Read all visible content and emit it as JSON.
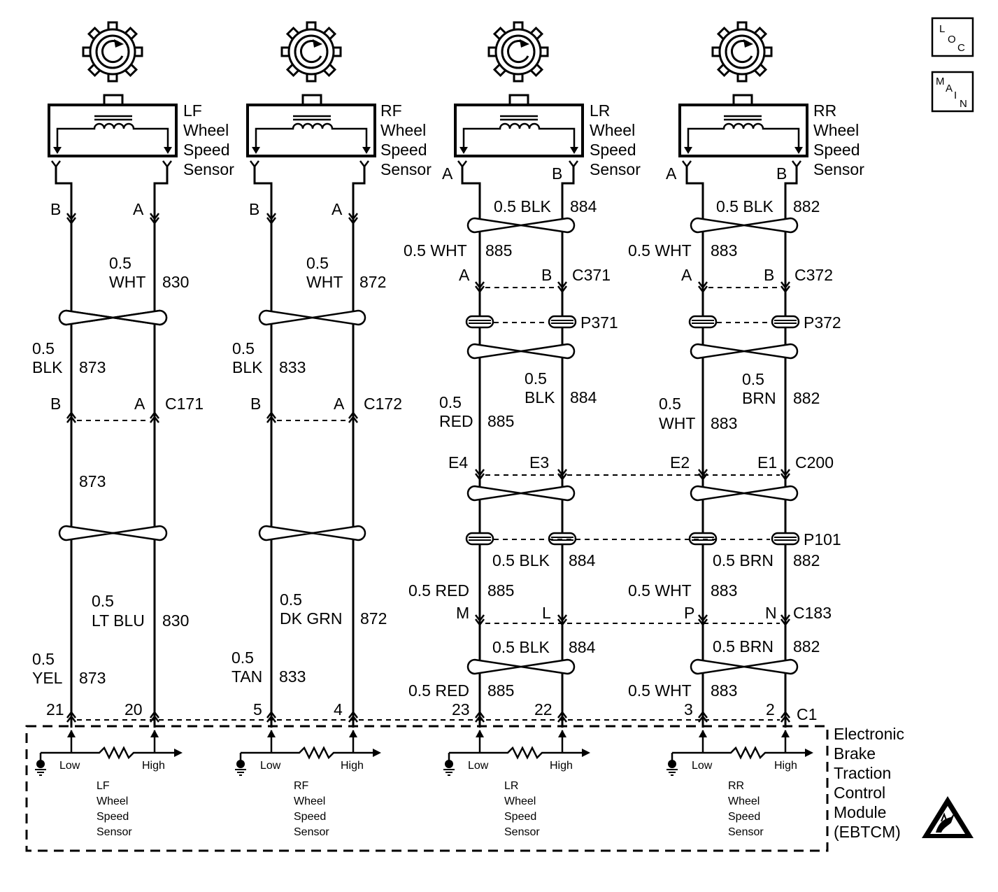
{
  "page_icons": {
    "location_icon": "loc-icon",
    "main_icon": "main-icon",
    "esd_icon": "esd-warning-icon"
  },
  "loc_icon": {
    "l": "L",
    "o": "O",
    "c": "C"
  },
  "main_icon": {
    "m": "M",
    "a": "A",
    "i": "I",
    "n": "N"
  },
  "sensors": [
    {
      "id": "lf",
      "name_lines": [
        "LF",
        "Wheel",
        "Speed",
        "Sensor"
      ],
      "term_left": "",
      "term_right": ""
    },
    {
      "id": "rf",
      "name_lines": [
        "RF",
        "Wheel",
        "Speed",
        "Sensor"
      ],
      "term_left": "",
      "term_right": ""
    },
    {
      "id": "lr",
      "name_lines": [
        "LR",
        "Wheel",
        "Speed",
        "Sensor"
      ],
      "term_left": "A",
      "term_right": "B"
    },
    {
      "id": "rr",
      "name_lines": [
        "RR",
        "Wheel",
        "Speed",
        "Sensor"
      ],
      "term_left": "A",
      "term_right": "B"
    }
  ],
  "circuits": {
    "lf": {
      "top_pins": [
        "B",
        "A"
      ],
      "wire_830_top": [
        "0.5",
        "WHT",
        "830"
      ],
      "wire_873_top": [
        "0.5",
        "BLK",
        "873"
      ],
      "connector": {
        "pin_left": "B",
        "pin_right": "A",
        "name": "C171"
      },
      "wire_873_mid": "873",
      "wire_830_bottom": [
        "0.5",
        "LT BLU",
        "830"
      ],
      "wire_873_bottom": [
        "0.5",
        "YEL",
        "873"
      ],
      "module_pins": [
        "21",
        "20"
      ]
    },
    "rf": {
      "top_pins": [
        "B",
        "A"
      ],
      "wire_872_top": [
        "0.5",
        "WHT",
        "872"
      ],
      "wire_833_top": [
        "0.5",
        "BLK",
        "833"
      ],
      "connector": {
        "pin_left": "B",
        "pin_right": "A",
        "name": "C172"
      },
      "wire_872_bottom": [
        "0.5",
        "DK GRN",
        "872"
      ],
      "wire_833_bottom": [
        "0.5",
        "TAN",
        "833"
      ],
      "module_pins": [
        "5",
        "4"
      ]
    },
    "lr": {
      "wires": [
        {
          "left": "0.5 BLK",
          "right": "884"
        },
        {
          "left": "0.5 WHT",
          "right": "885"
        }
      ],
      "c371": {
        "pin_left": "A",
        "pin_right": "B",
        "name": "C371"
      },
      "splice": "P371",
      "mid_884": [
        "0.5",
        "BLK",
        "884"
      ],
      "mid_885": [
        "0.5",
        "RED",
        "885"
      ],
      "c200_pins": [
        "E4",
        "E3"
      ],
      "after_p101": [
        {
          "left": "0.5 BLK",
          "right": "884"
        },
        {
          "left": "0.5 RED",
          "right": "885"
        }
      ],
      "c183_pins": [
        "M",
        "L"
      ],
      "bottom": [
        {
          "left": "0.5 BLK",
          "right": "884"
        },
        {
          "left": "0.5 RED",
          "right": "885"
        }
      ],
      "module_pins": [
        "23",
        "22"
      ]
    },
    "rr": {
      "wires": [
        {
          "left": "0.5 BLK",
          "right": "882"
        },
        {
          "left": "0.5 WHT",
          "right": "883"
        }
      ],
      "c372": {
        "pin_left": "A",
        "pin_right": "B",
        "name": "C372"
      },
      "splice": "P372",
      "mid_882": [
        "0.5",
        "BRN",
        "882"
      ],
      "mid_883": [
        "0.5",
        "WHT",
        "883"
      ],
      "c200_pins": [
        "E2",
        "E1"
      ],
      "c200_name": "C200",
      "p101_name": "P101",
      "after_p101": [
        {
          "left": "0.5 BRN",
          "right": "882"
        },
        {
          "left": "0.5 WHT",
          "right": "883"
        }
      ],
      "c183_pins": [
        "P",
        "N"
      ],
      "c183_name": "C183",
      "bottom": [
        {
          "left": "0.5 BRN",
          "right": "882"
        },
        {
          "left": "0.5 WHT",
          "right": "883"
        }
      ],
      "module_pins": [
        "3",
        "2"
      ],
      "c1_name": "C1"
    }
  },
  "module": {
    "name_lines": [
      "Electronic",
      "Brake",
      "Traction",
      "Control",
      "Module",
      "(EBTCM)"
    ],
    "low_label": "Low",
    "high_label": "High",
    "inputs": [
      [
        "LF",
        "Wheel",
        "Speed",
        "Sensor"
      ],
      [
        "RF",
        "Wheel",
        "Speed",
        "Sensor"
      ],
      [
        "LR",
        "Wheel",
        "Speed",
        "Sensor"
      ],
      [
        "RR",
        "Wheel",
        "Speed",
        "Sensor"
      ]
    ]
  }
}
